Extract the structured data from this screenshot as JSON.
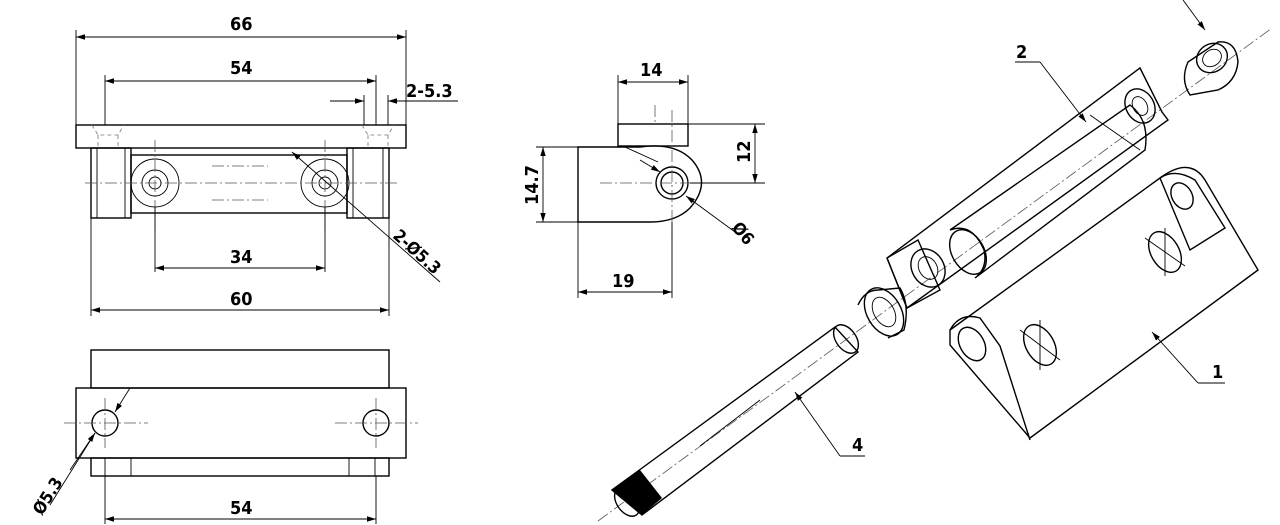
{
  "top_view": {
    "dim_overall_width": "66",
    "dim_hole_spacing_top": "54",
    "dim_slot_holes": "2-5.3",
    "dim_center_spacing": "34",
    "dim_body_width": "60",
    "dim_counterbore": "2-Ø5.3"
  },
  "side_view": {
    "dim_top_width": "14",
    "dim_height_right": "12",
    "dim_height_left": "14.7",
    "dim_pin_dia": "Ø6",
    "dim_bottom_width": "19"
  },
  "front_view": {
    "dim_hole_dia": "Ø5.3",
    "dim_hole_spacing_bottom": "54"
  },
  "exploded_view": {
    "callout_1": "1",
    "callout_2": "2",
    "callout_4": "4"
  }
}
